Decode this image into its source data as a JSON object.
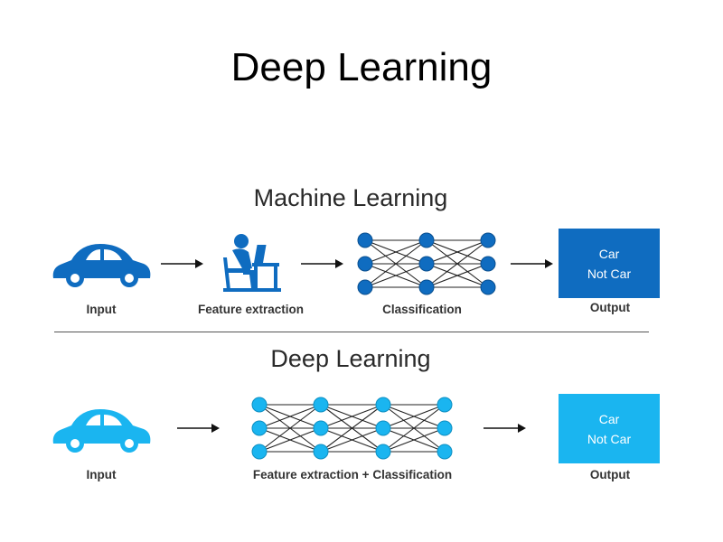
{
  "slide_title": "Deep Learning",
  "ml": {
    "title": "Machine Learning",
    "input_label": "Input",
    "feature_label": "Feature extraction",
    "class_label": "Classification",
    "output_label": "Output",
    "output_line1": "Car",
    "output_line2": "Not Car",
    "color": "#0f6cc0"
  },
  "dl": {
    "title": "Deep Learning",
    "input_label": "Input",
    "combined_label": "Feature extraction + Classification",
    "output_label": "Output",
    "output_line1": "Car",
    "output_line2": "Not Car",
    "color": "#1ab5f0"
  },
  "icons": [
    "car-icon",
    "arrow-right-icon",
    "person-at-computer-icon",
    "neural-network-icon"
  ]
}
